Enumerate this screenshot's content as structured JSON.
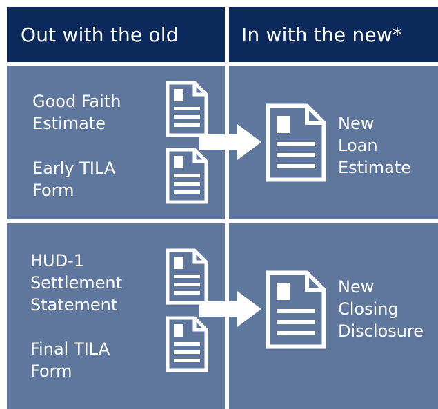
{
  "headers": {
    "old": "Out with the old",
    "new": "In with the new*"
  },
  "rows": [
    {
      "old_items": [
        "Good Faith\nEstimate",
        "Early TILA\nForm"
      ],
      "new_item": "New\nLoan\nEstimate"
    },
    {
      "old_items": [
        "HUD-1\nSettlement\nStatement",
        "Final TILA\nForm"
      ],
      "new_item": "New\nClosing\nDisclosure"
    }
  ],
  "colors": {
    "header_bg": "#0b2a5b",
    "panel_bg": "#5f779c",
    "icon": "#ffffff"
  },
  "icons": [
    "document-icon",
    "right-arrow-icon"
  ]
}
